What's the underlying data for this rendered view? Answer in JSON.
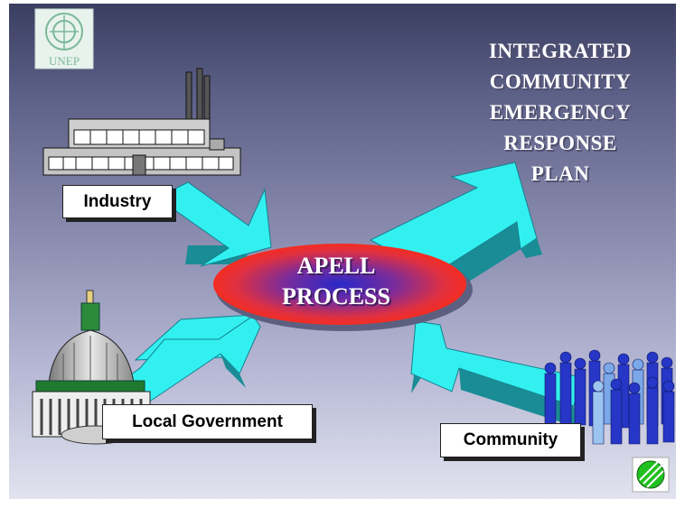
{
  "logo": {
    "text": "UNEP"
  },
  "title": {
    "lines": [
      "INTEGRATED",
      "COMMUNITY",
      "EMERGENCY",
      "RESPONSE",
      "PLAN"
    ]
  },
  "center": {
    "lines": [
      "APELL",
      "PROCESS"
    ]
  },
  "labels": {
    "industry": "Industry",
    "government": "Local Government",
    "community": "Community"
  },
  "colors": {
    "arrow": "#33f0f0",
    "arrow_side": "#1a8c96",
    "ellipse_center": "#3030d0",
    "ellipse_edge": "#ff2020"
  },
  "icons": [
    "unep-logo-icon",
    "factory-icon",
    "capitol-dome-icon",
    "crowd-icon",
    "globe-badge-icon"
  ]
}
